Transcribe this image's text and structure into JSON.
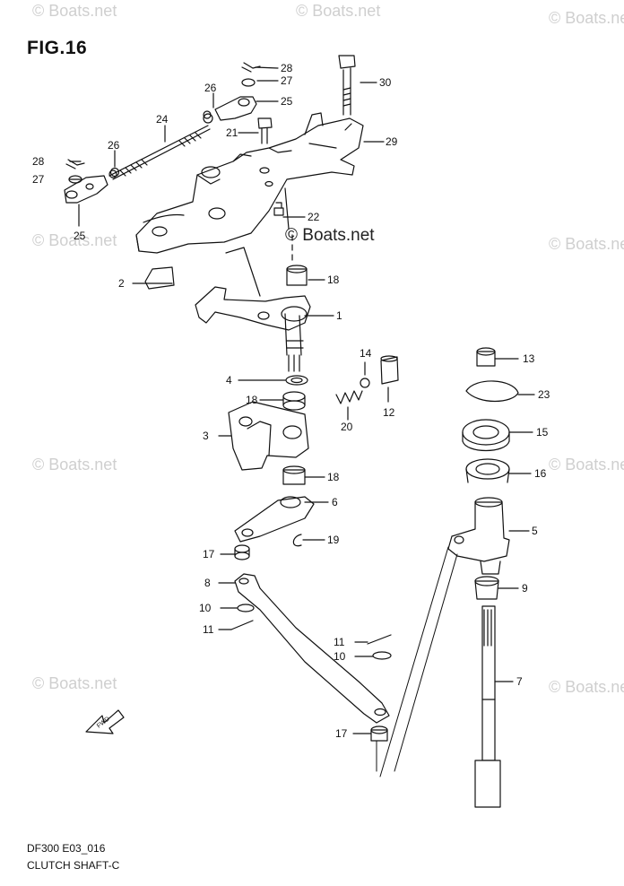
{
  "figure": {
    "title": "FIG.16"
  },
  "footer": {
    "model_code": "DF300 E03_016",
    "caption": "CLUTCH SHAFT-C"
  },
  "watermarks": {
    "main": "© Boats.net",
    "faint": "© Boats.net"
  },
  "fwd_arrow_label": "FWD",
  "part_labels": {
    "p1": "1",
    "p2": "2",
    "p3": "3",
    "p4": "4",
    "p5": "5",
    "p6": "6",
    "p7": "7",
    "p8": "8",
    "p9": "9",
    "p10a": "10",
    "p10b": "10",
    "p11a": "11",
    "p11b": "11",
    "p12": "12",
    "p13": "13",
    "p14": "14",
    "p15": "15",
    "p16": "16",
    "p17a": "17",
    "p17b": "17",
    "p18a": "18",
    "p18b": "18",
    "p18c": "18",
    "p19": "19",
    "p20": "20",
    "p21": "21",
    "p22": "22",
    "p23": "23",
    "p24": "24",
    "p25a": "25",
    "p25b": "25",
    "p26a": "26",
    "p26b": "26",
    "p27a": "27",
    "p27b": "27",
    "p28a": "28",
    "p28b": "28",
    "p29": "29",
    "p30": "30"
  },
  "colors": {
    "line": "#111111",
    "watermark": "#cfcfcf",
    "background": "#ffffff"
  }
}
